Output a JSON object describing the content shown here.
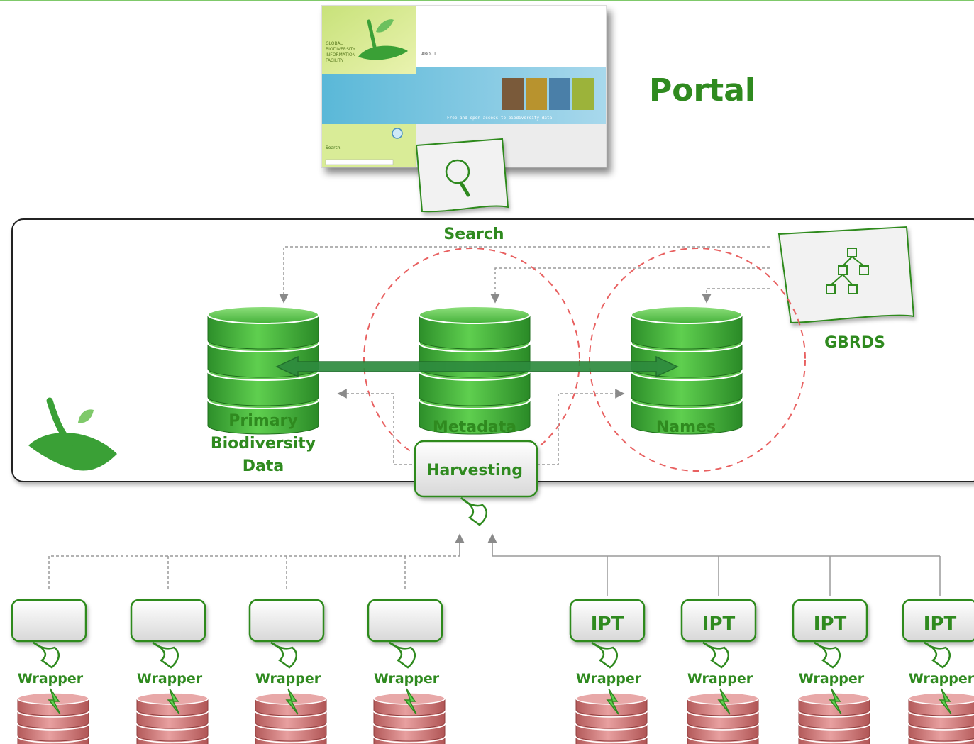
{
  "portal": {
    "title": "Portal",
    "screenshot": {
      "logo_text": [
        "GLOBAL",
        "BIODIVERSITY",
        "INFORMATION",
        "FACILITY"
      ],
      "nav_about": "ABOUT",
      "tagline": "Free and open access to biodiversity data",
      "search_label": "Search"
    }
  },
  "search_label": "Search",
  "gbrds_label": "GBRDS",
  "databases": {
    "primary": [
      "Primary",
      "Biodiversity",
      "Data"
    ],
    "metadata": "Metadata",
    "names": "Names"
  },
  "harvesting_label": "Harvesting",
  "wrapper_label": "Wrapper",
  "ipt_label": "IPT",
  "colors": {
    "green": "#2f8a1f",
    "db_green": "#3fa33a",
    "arrow_green": "#2e8b3e",
    "circle_red": "#e86060",
    "db_red": "#c96b6b"
  }
}
